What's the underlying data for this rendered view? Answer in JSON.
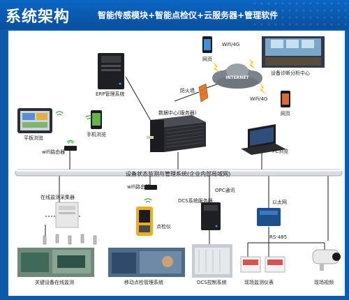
{
  "header": {
    "title": "系统架构",
    "subtitle": "智能传感模块+智能点检仪+云服务器+管理软件"
  },
  "labels": {
    "wifi_4g_top": "Wifi/4G",
    "phone_app_top": "网页",
    "monitor_center": "设备诊断分析中心",
    "wifi_4g_right": "Wifi/4G",
    "phone_app_right": "网页",
    "internet": "INTERNET",
    "erp": "ERP管理系统",
    "firewall": "防火墙",
    "datacenter": "数据中心(服务器)",
    "tablet": "平板浏览",
    "phone_left": "手机浏览",
    "wifi_router_left": "wifi路由器",
    "laptop": "PC浏览",
    "bus": "设备状态监测与管理系统(企业内部局域网)",
    "collector": "在线监测采集器",
    "wifi_router_mid": "wifi路由器",
    "inspector": "点检仪",
    "opc": "OPC通讯",
    "dcs_server": "DCS系统服务器",
    "ethernet": "以太网",
    "rs485": "RS-485",
    "key_equipment": "关键设备在线监测",
    "mobile_inspection": "移动点检管理系统",
    "dcs_control": "DCS控制系统",
    "field_meter": "现场监测仪表",
    "field_video": "现场视频"
  },
  "colors": {
    "header_bg": "#0b66c4",
    "panel_border": "#0b5fb7",
    "bus": "#d9dde3",
    "firewall": "#e07a2e"
  }
}
